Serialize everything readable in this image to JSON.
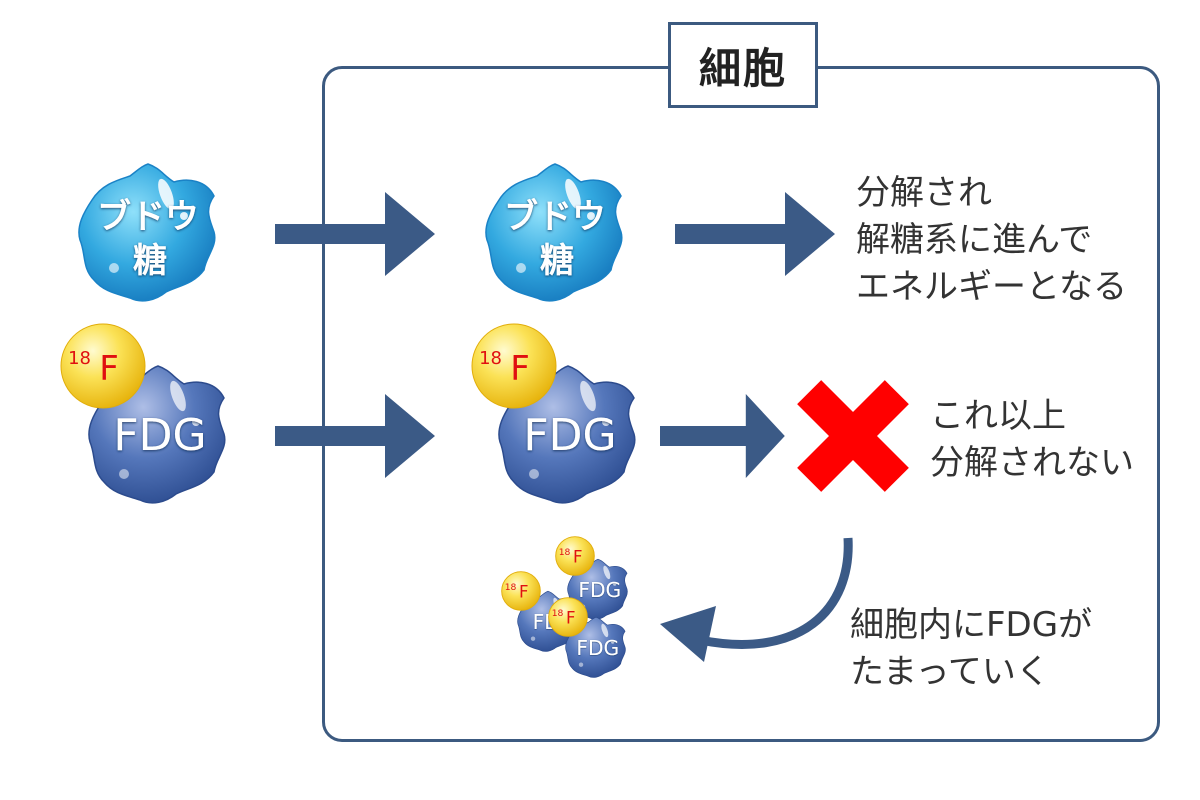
{
  "cell_label": "細胞",
  "glucose": {
    "line1": "ブドウ",
    "line2": "糖"
  },
  "fdg": {
    "label": "FDG",
    "isotope_mass": "18",
    "isotope_symbol": "F"
  },
  "cluster": {
    "fd_partial": "FD",
    "fdg_label": "FDG"
  },
  "glucose_result": [
    "分解され",
    "解糖系に進んで",
    "エネルギーとなる"
  ],
  "fdg_result": [
    "これ以上",
    "分解されない"
  ],
  "accumulate": [
    "細胞内にFDGが",
    "たまっていく"
  ],
  "colors": {
    "frame": "#3c5a80",
    "arrow": "#3b5a86",
    "cross": "#ff0000",
    "glucose_star": "#29a3dc",
    "fdg_star": "#3f64a8",
    "isotope_ball": "#f7cf1c",
    "isotope_text": "#e01010"
  }
}
